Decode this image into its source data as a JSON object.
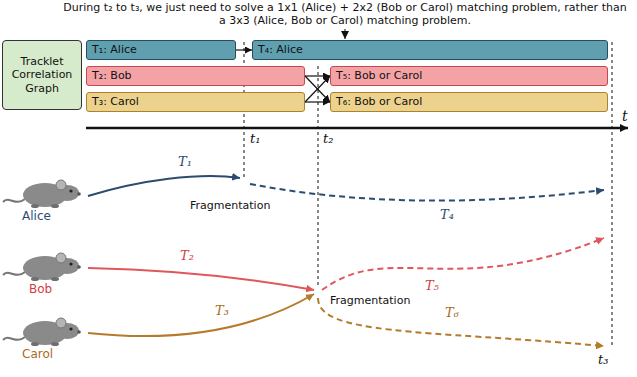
{
  "diagram": {
    "nodes": [
      {
        "text": [
          "Tracklet Correlation Graph"
        ]
      },
      {
        "text": [
          "T₁: Alice"
        ]
      },
      {
        "text": [
          "T₄: Alice"
        ]
      },
      {
        "text": [
          "T₂: Bob"
        ]
      },
      {
        "text": [
          "T₅: Bob or Carol"
        ]
      },
      {
        "text": [
          "T₃: Carol"
        ]
      },
      {
        "text": [
          "T₆: Bob or Carol"
        ]
      }
    ],
    "edges": [
      {
        "from": 1,
        "to": 2,
        "arrow": "to"
      },
      {
        "from": 3,
        "to": 4,
        "arrow": "to"
      },
      {
        "from": 3,
        "to": 6,
        "arrow": "to"
      },
      {
        "from": 5,
        "to": 4,
        "arrow": "to"
      },
      {
        "from": 5,
        "to": 6,
        "arrow": "to"
      }
    ],
    "labels": [
      "During t₂ to t₃, we just need to solve a 1x1 (Alice) + 2x2 (Bob or Carol) matching problem, rather than a 3x3 (Alice, Bob or Carol) matching problem.",
      "t",
      "t₁",
      "t₂",
      "t₃",
      "Alice",
      "Bob",
      "Carol",
      "T₁",
      "T₂",
      "T₃",
      "T₄",
      "T₅",
      "T₆",
      "Fragmentation",
      "Fragmentation"
    ]
  }
}
